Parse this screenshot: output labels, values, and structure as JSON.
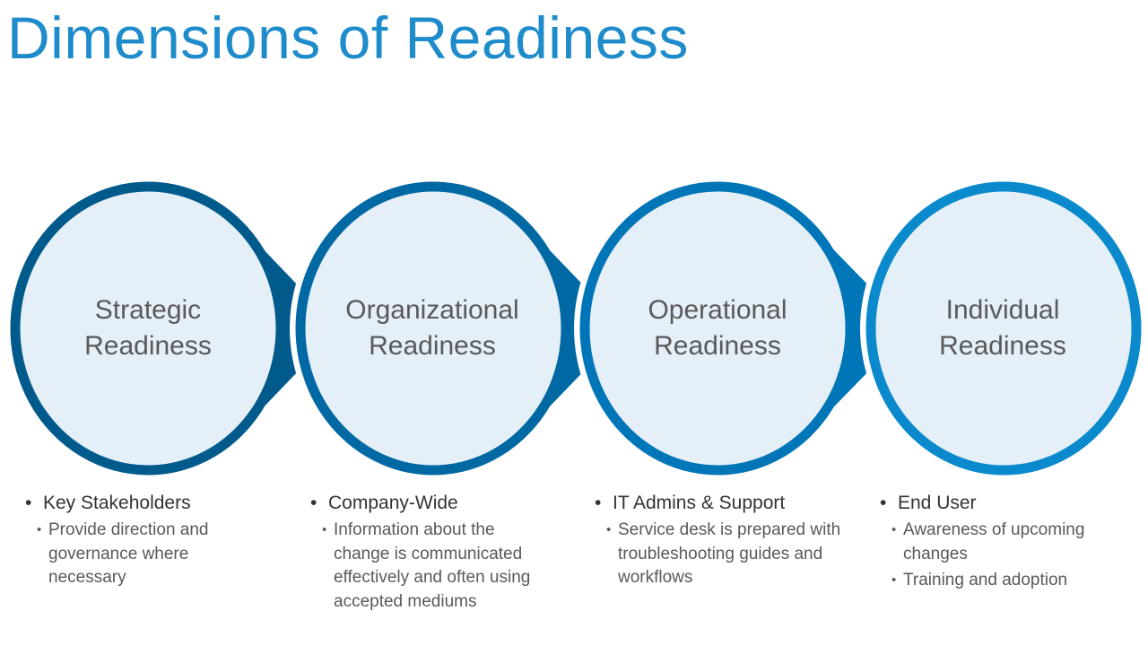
{
  "title": "Dimensions of Readiness",
  "colors": {
    "stage1": "#005a8c",
    "stage2": "#0068a3",
    "stage3": "#0076b8",
    "stage4": "#0a8acd",
    "fill": "#e5eff7",
    "title": "#1e8ccb"
  },
  "stages": [
    {
      "line1": "Strategic",
      "line2": "Readiness",
      "heading": "Key Stakeholders",
      "subs": [
        "Provide direction and governance where necessary"
      ]
    },
    {
      "line1": "Organizational",
      "line2": "Readiness",
      "heading": "Company-Wide",
      "subs": [
        "Information about the change is communicated effectively and often using accepted mediums"
      ]
    },
    {
      "line1": "Operational",
      "line2": "Readiness",
      "heading": "IT Admins & Support",
      "subs": [
        "Service desk is prepared with troubleshooting guides and workflows"
      ]
    },
    {
      "line1": "Individual",
      "line2": "Readiness",
      "heading": "End User",
      "subs": [
        "Awareness of upcoming changes",
        "Training and adoption"
      ]
    }
  ]
}
